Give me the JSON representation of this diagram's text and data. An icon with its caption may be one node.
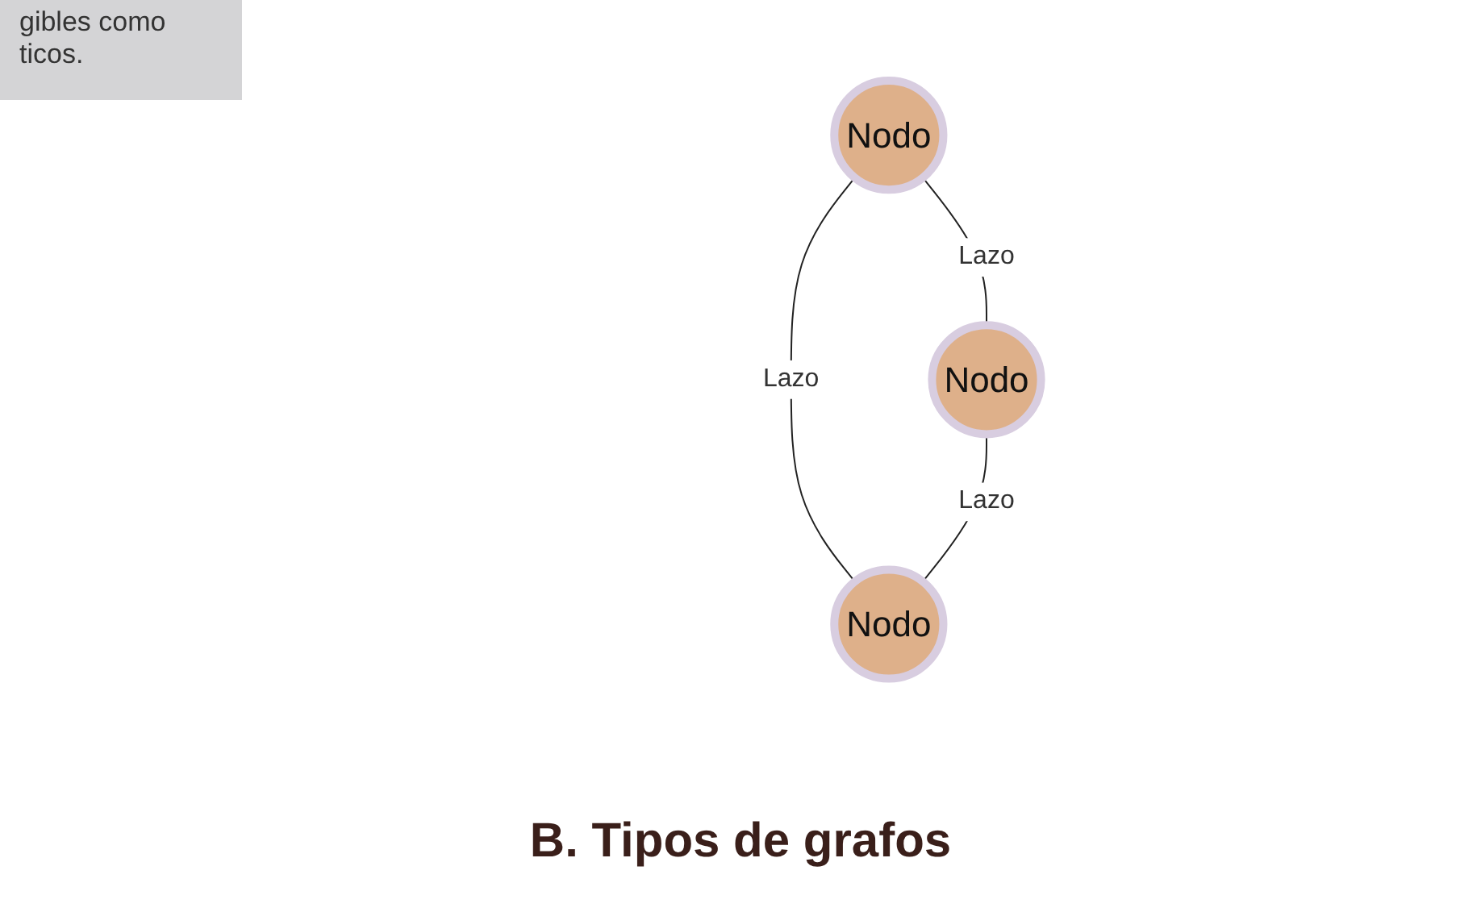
{
  "diagram": {
    "caption": "B. Tipos de grafos",
    "nodes": [
      {
        "text": [
          "Nodo"
        ]
      },
      {
        "text": [
          "Nodo"
        ]
      },
      {
        "text": [
          "Nodo"
        ]
      }
    ],
    "edges": [
      {
        "from": 0,
        "to": 1,
        "arrow": "none",
        "label": "Lazo"
      },
      {
        "from": 0,
        "to": 2,
        "arrow": "none",
        "label": "Lazo"
      },
      {
        "from": 1,
        "to": 2,
        "arrow": "none",
        "label": "Lazo"
      }
    ],
    "labels": [
      "gibles como ticos."
    ]
  }
}
